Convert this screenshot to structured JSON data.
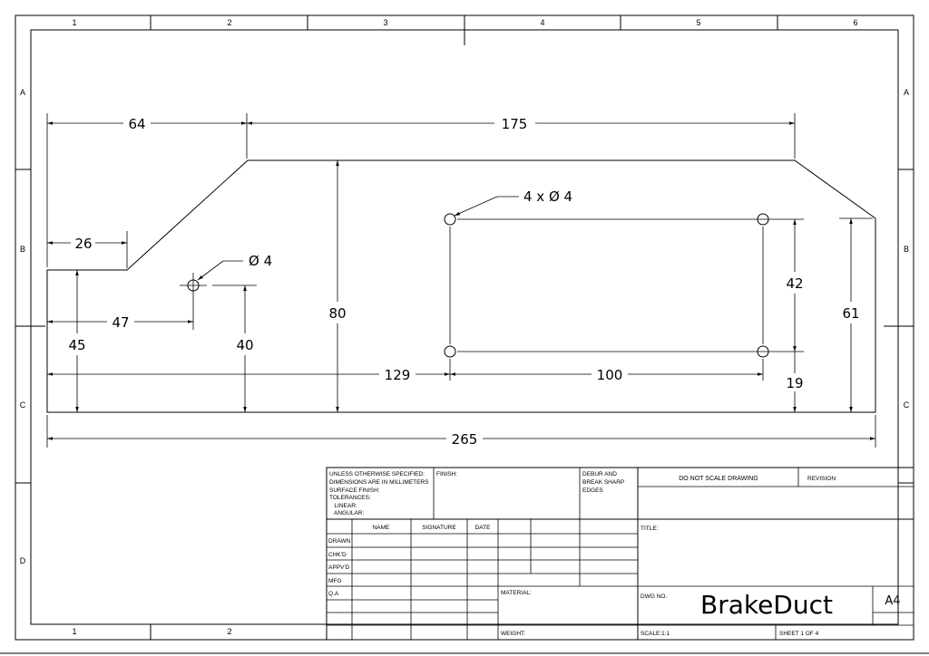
{
  "zones": {
    "columns": [
      "1",
      "2",
      "3",
      "4",
      "5",
      "6"
    ],
    "rows": [
      "A",
      "B",
      "C",
      "D"
    ]
  },
  "dimensions": {
    "d64": "64",
    "d175": "175",
    "d26": "26",
    "d47": "47",
    "d45": "45",
    "d40": "40",
    "d80": "80",
    "d129": "129",
    "d100": "100",
    "d42": "42",
    "d19": "19",
    "d61": "61",
    "d265": "265",
    "hole_single": "Ø 4",
    "hole_pattern": "4 x Ø 4"
  },
  "title_block": {
    "unless_lines": [
      "UNLESS OTHERWISE SPECIFIED:",
      "DIMENSIONS ARE IN MILLIMETERS",
      "SURFACE FINISH:",
      "TOLERANCES:",
      "   LINEAR:",
      "   ANGULAR:"
    ],
    "finish": "FINISH:",
    "debur_lines": [
      "DEBUR AND",
      "BREAK SHARP",
      "EDGES"
    ],
    "do_not_scale": "DO NOT SCALE DRAWING",
    "revision": "REVISION",
    "col_name": "NAME",
    "col_signature": "SIGNATURE",
    "col_date": "DATE",
    "row_labels": [
      "DRAWN",
      "CHK'D",
      "APPV'D",
      "MFG",
      "Q.A"
    ],
    "title": "TITLE:",
    "material": "MATERIAL:",
    "weight": "WEIGHT:",
    "dwg_no": "DWG NO.",
    "drawing_name": "BrakeDuct",
    "sheet_size": "A4",
    "scale": "SCALE:1:1",
    "sheet": "SHEET 1 OF 4"
  }
}
